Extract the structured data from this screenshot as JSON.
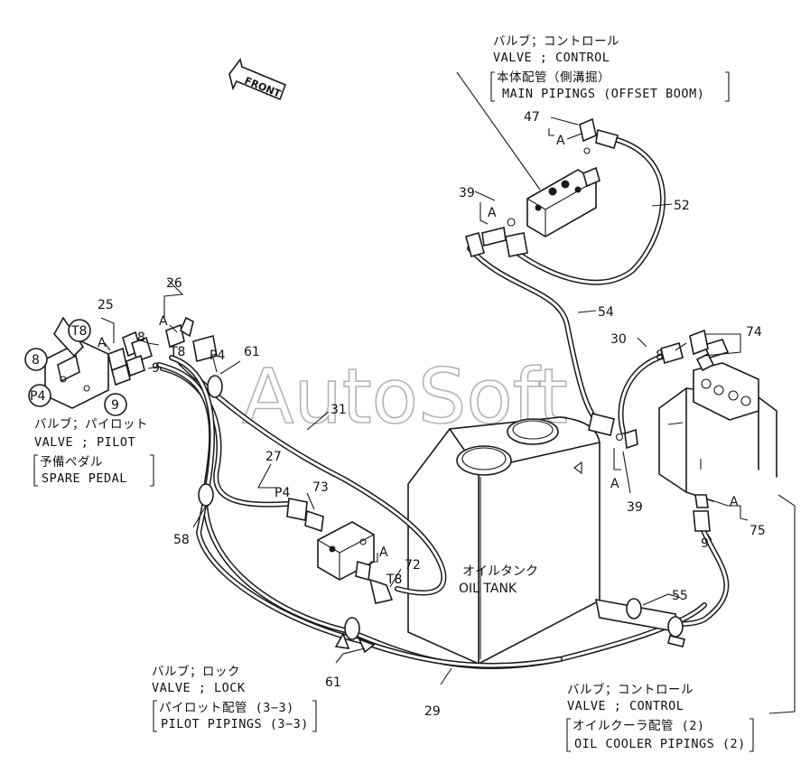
{
  "watermark": "AutoSoft",
  "direction": "FRONT",
  "tank": {
    "jp": "オイルタンク",
    "en": "OIL TANK"
  },
  "captions": {
    "top_control": {
      "jp": "バルブ；コントロール",
      "en": "VALVE ; CONTROL",
      "sub_jp": "本体配管（側溝掘）",
      "sub_en": "MAIN PIPINGS (OFFSET BOOM)"
    },
    "pilot": {
      "jp": "バルブ；パイロット",
      "en": "VALVE ; PILOT",
      "sub_jp": "予備ペダル",
      "sub_en": "SPARE PEDAL"
    },
    "lock": {
      "jp": "バルブ；ロック",
      "en": "VALVE ; LOCK",
      "sub_jp": "パイロット配管 (3−3)",
      "sub_en": "PILOT PIPINGS (3−3)"
    },
    "bottom_control": {
      "jp": "バルブ；コントロール",
      "en": "VALVE ; CONTROL",
      "sub_jp": "オイルクーラ配管 (2)",
      "sub_en": "OIL COOLER PIPINGS (2)"
    }
  },
  "labels": {
    "n47": "47",
    "a_47": "A",
    "n39_top": "39",
    "a_39_top": "A",
    "n52": "52",
    "n54": "54",
    "n26": "26",
    "a_26": "A",
    "n25": "25",
    "a_25": "A",
    "n8_left": "8",
    "t8_left": "T8",
    "n9_left": "9",
    "p4_left": "P4",
    "n61_top": "61",
    "n31": "31",
    "circ_t8": "T8",
    "circ_8": "8",
    "circ_p4": "P4",
    "circ_9": "9",
    "n27": "27",
    "p4_mid": "P4",
    "n73": "73",
    "n58": "58",
    "a_72": "A",
    "n72": "72",
    "t8_72": "T8",
    "n61_bottom": "61",
    "n29": "29",
    "n30": "30",
    "n8_right": "8",
    "n74": "74",
    "a_39_right": "A",
    "n39_right": "39",
    "a_75": "A",
    "n75": "75",
    "n9_right": "9",
    "n55": "55"
  }
}
